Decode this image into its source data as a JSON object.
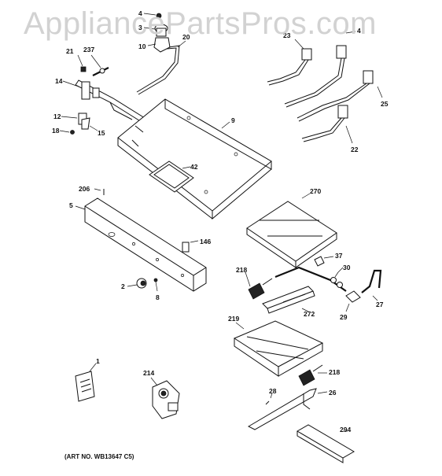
{
  "watermark": "AppliancePartsPros.com",
  "art_number": "(ART NO. WB13647 C5)",
  "callouts": {
    "c4": "4",
    "c3": "3",
    "c10": "10",
    "c20": "20",
    "c21": "21",
    "c237": "237",
    "c14": "14",
    "c12": "12",
    "c18": "18",
    "c15": "15",
    "c9": "9",
    "c42": "42",
    "c23": "23",
    "c4b": "4",
    "c25": "25",
    "c22": "22",
    "c206": "206",
    "c5": "5",
    "c270": "270",
    "c146": "146",
    "c37": "37",
    "c218a": "218",
    "c30": "30",
    "c2": "2",
    "c8": "8",
    "c272": "272",
    "c27": "27",
    "c29": "29",
    "c219": "219",
    "c1": "1",
    "c214": "214",
    "c218b": "218",
    "c28": "28",
    "c26": "26",
    "c294": "294"
  }
}
